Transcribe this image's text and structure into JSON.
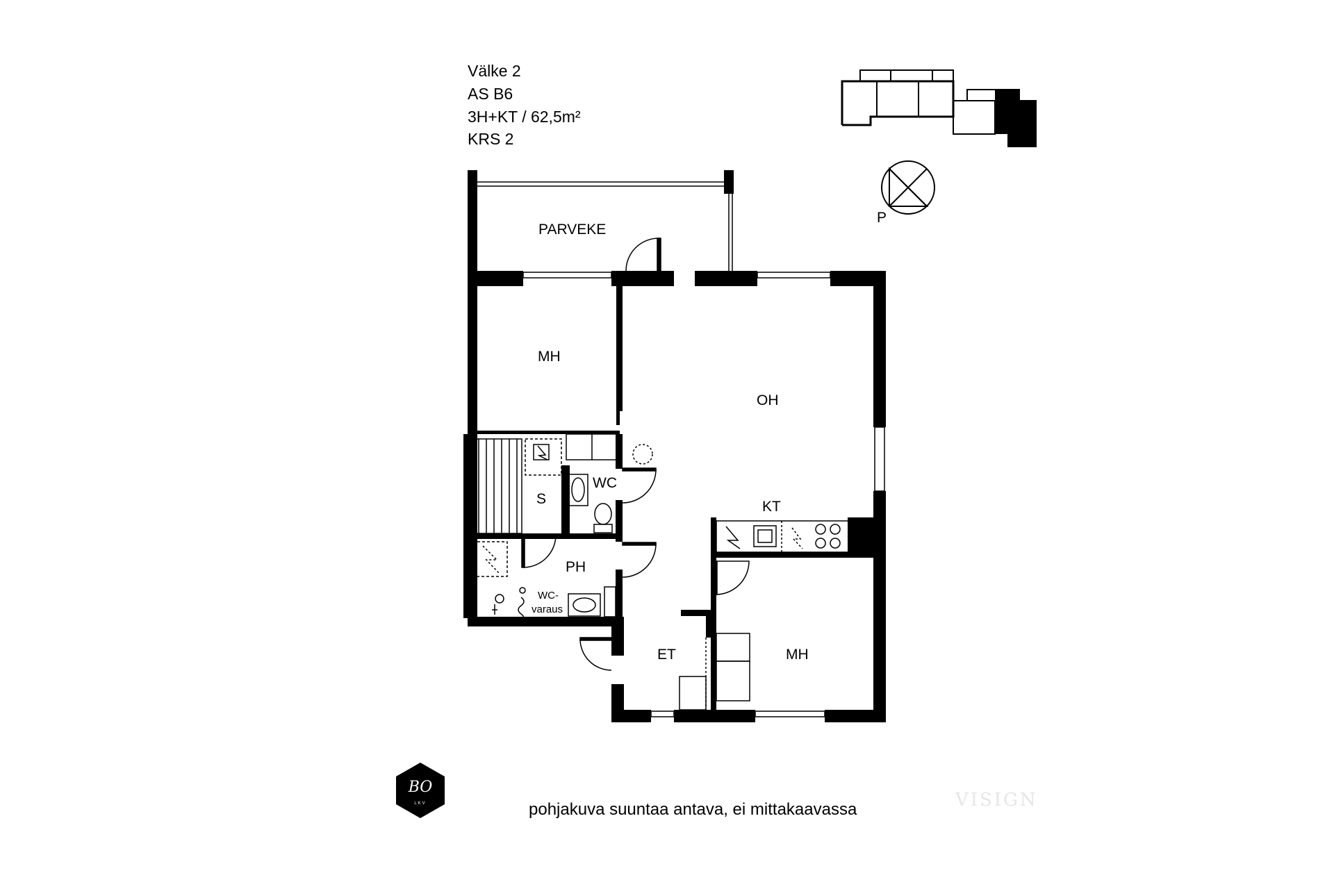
{
  "header": {
    "line1": "Välke 2",
    "line2": "AS B6",
    "line3": "3H+KT / 62,5m²",
    "line4": "KRS 2"
  },
  "compass": {
    "north_label": "P",
    "icon": "compass-north-icon"
  },
  "rooms": {
    "balcony": "PARVEKE",
    "bedroom_top": "MH",
    "living": "OH",
    "wc": "WC",
    "sauna": "S",
    "kitchen": "KT",
    "bathroom": "PH",
    "wc_reserve_1": "WC-",
    "wc_reserve_2": "varaus",
    "hall": "ET",
    "bedroom_bottom": "MH"
  },
  "footer": {
    "caption": "pohjakuva suuntaa antava, ei mittakaavassa",
    "logo_text": "BO",
    "logo_sub": "LKV",
    "watermark": "VISIGN"
  },
  "colors": {
    "wall": "#000000",
    "background": "#ffffff",
    "watermark": "#e6e6e6"
  }
}
